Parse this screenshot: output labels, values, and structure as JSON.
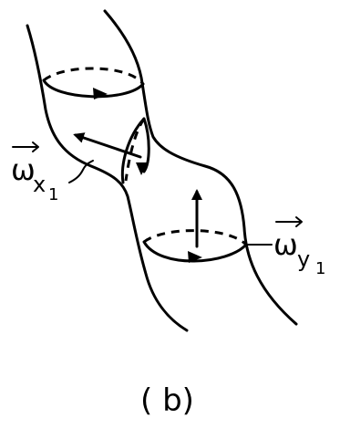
{
  "figure": {
    "vorticity_x_label": "ω",
    "vorticity_x_subscript": "x",
    "vorticity_x_index": "1",
    "vorticity_y_label": "ω",
    "vorticity_y_subscript": "y",
    "vorticity_y_index": "1",
    "panel_label": "( b)"
  },
  "icons": {
    "vector_arrow": "vector-arrow-icon",
    "flow_arrow": "arrowhead-icon"
  }
}
